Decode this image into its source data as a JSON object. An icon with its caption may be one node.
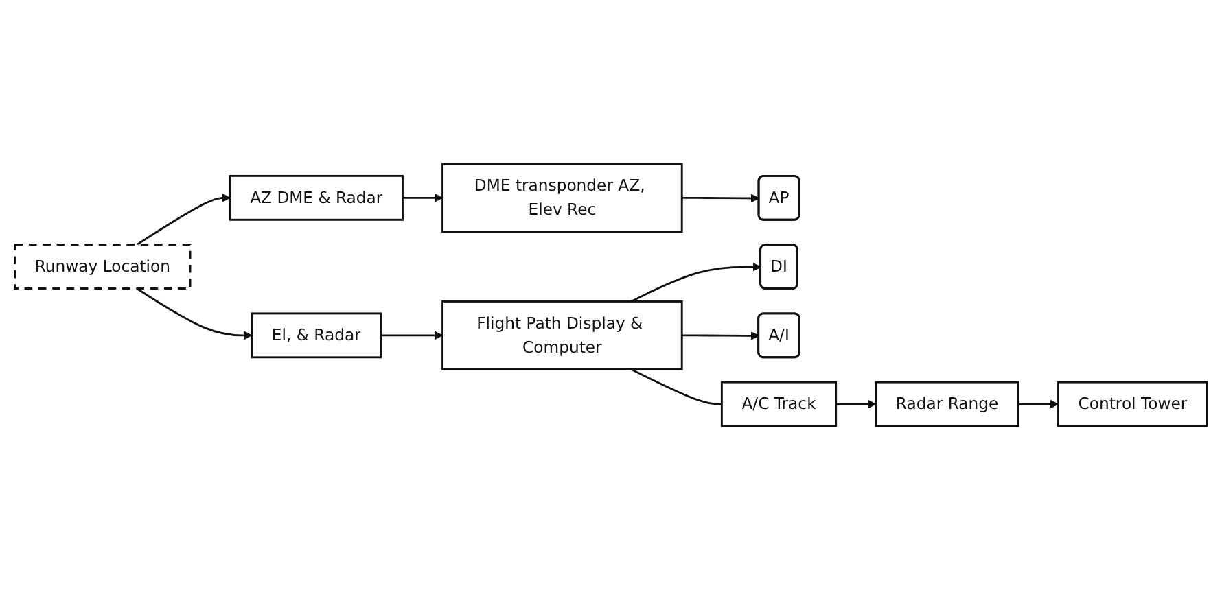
{
  "diagram": {
    "nodes": [
      {
        "text": [
          "Runway Location"
        ]
      },
      {
        "text": [
          "AZ DME & Radar"
        ]
      },
      {
        "text": [
          "El, & Radar"
        ]
      },
      {
        "text": [
          "DME transponder AZ, Elev Rec"
        ]
      },
      {
        "text": [
          "Flight Path Display & Computer"
        ]
      },
      {
        "text": [
          "AP"
        ]
      },
      {
        "text": [
          "DI"
        ]
      },
      {
        "text": [
          "A/I"
        ]
      },
      {
        "text": [
          "A/C Track"
        ]
      },
      {
        "text": [
          "Radar Range"
        ]
      },
      {
        "text": [
          "Control Tower"
        ]
      }
    ],
    "edges": [
      {
        "from": 0,
        "to": 1,
        "arrow": "to"
      },
      {
        "from": 0,
        "to": 2,
        "arrow": "to"
      },
      {
        "from": 1,
        "to": 3,
        "arrow": "to"
      },
      {
        "from": 2,
        "to": 4,
        "arrow": "to"
      },
      {
        "from": 3,
        "to": 5,
        "arrow": "to"
      },
      {
        "from": 4,
        "to": 6,
        "arrow": "to"
      },
      {
        "from": 4,
        "to": 7,
        "arrow": "to"
      },
      {
        "from": 4,
        "to": 8,
        "arrow": "none"
      },
      {
        "from": 8,
        "to": 9,
        "arrow": "to"
      },
      {
        "from": 9,
        "to": 10,
        "arrow": "to"
      }
    ]
  }
}
